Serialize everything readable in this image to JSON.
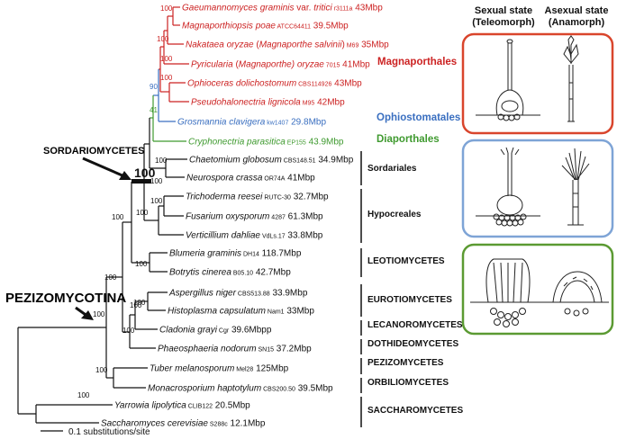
{
  "headers": {
    "sexual_line1": "Sexual state",
    "sexual_line2": "(Teleomorph)",
    "asexual_line1": "Asexual state",
    "asexual_line2": "(Anamorph)"
  },
  "clade_labels": {
    "sordariomycetes": "SORDARIOMYCETES",
    "pezizomycotina": "PEZIZOMYCOTINA",
    "sordario_support": "100"
  },
  "scale_bar_label": "0.1 substitutions/site",
  "colors": {
    "magnaporthales": "#cc2222",
    "ophiostomatales": "#3a6fc0",
    "diaporthales": "#3f9a2f",
    "black": "#111111",
    "box_red": "#d9452c",
    "box_blue": "#7ea4d6",
    "box_green": "#5b9a32"
  },
  "taxa": [
    {
      "name": "Gaeumannomyces graminis",
      "qual": " var. ",
      "name2": "tritici",
      "strain": "r3111a",
      "size": "43Mbp",
      "color": "magnaporthales"
    },
    {
      "name": "Magnaporthiopsis poae",
      "qual": "",
      "name2": "",
      "strain": "ATCC64411",
      "size": "39.5Mbp",
      "color": "magnaporthales"
    },
    {
      "name": "Nakataea oryzae",
      "qual": " (",
      "name2": "Magnaporthe salvinii",
      "close": ")",
      "strain": "M69",
      "size": "35Mbp",
      "color": "magnaporthales"
    },
    {
      "name": "Pyricularia",
      "qual": " (",
      "name2": "Magnaporthe",
      "close": ") oryzae",
      "strain": "7015",
      "size": "41Mbp",
      "color": "magnaporthales"
    },
    {
      "name": "Ophioceras dolichostomum",
      "qual": "",
      "name2": "",
      "strain": "CBS114926",
      "size": "43Mbp",
      "color": "magnaporthales"
    },
    {
      "name": "Pseudohalonectria lignicola",
      "qual": "",
      "name2": "",
      "strain": "M95",
      "size": "42Mbp",
      "color": "magnaporthales"
    },
    {
      "name": "Grosmannia clavigera",
      "qual": "",
      "name2": "",
      "strain": "kw1407",
      "size": "29.8Mbp",
      "color": "ophiostomatales"
    },
    {
      "name": "Cryphonectria parasitica",
      "qual": "",
      "name2": "",
      "strain": "EP155",
      "size": "43.9Mbp",
      "color": "diaporthales"
    },
    {
      "name": "Chaetomium globosum",
      "qual": "",
      "name2": "",
      "strain": "CBS148.51",
      "size": "34.9Mbp",
      "color": "black"
    },
    {
      "name": "Neurospora crassa",
      "qual": "",
      "name2": "",
      "strain": "OR74A",
      "size": "41Mbp",
      "color": "black"
    },
    {
      "name": "Trichoderma reesei",
      "qual": "",
      "name2": "",
      "strain": "RUTC-30",
      "size": "32.7Mbp",
      "color": "black"
    },
    {
      "name": "Fusarium oxysporum",
      "qual": "",
      "name2": "",
      "strain": "4287",
      "size": "61.3Mbp",
      "color": "black"
    },
    {
      "name": "Verticillium dahliae",
      "qual": "",
      "name2": "",
      "strain": "VdLs.17",
      "size": "33.8Mbp",
      "color": "black"
    },
    {
      "name": "Blumeria graminis",
      "qual": "",
      "name2": "",
      "strain": "DH14",
      "size": "118.7Mbp",
      "color": "black"
    },
    {
      "name": "Botrytis cinerea",
      "qual": "",
      "name2": "",
      "strain": "B05.10",
      "size": "42.7Mbp",
      "color": "black"
    },
    {
      "name": "Aspergillus niger",
      "qual": "",
      "name2": "",
      "strain": "CBS513.88",
      "size": "33.9Mbp",
      "color": "black"
    },
    {
      "name": "Histoplasma capsulatum",
      "qual": "",
      "name2": "",
      "strain": "Nam1",
      "size": "33Mbp",
      "color": "black"
    },
    {
      "name": "Cladonia grayi",
      "qual": "",
      "name2": "",
      "strain": "Cgr",
      "size": "39.6Mbpp",
      "color": "black"
    },
    {
      "name": "Phaeosphaeria nodorum",
      "qual": "",
      "name2": "",
      "strain": "SN15",
      "size": "37.2Mbp",
      "color": "black"
    },
    {
      "name": "Tuber melanosporum",
      "qual": "",
      "name2": "",
      "strain": "Mel28",
      "size": "125Mbp",
      "color": "black"
    },
    {
      "name": "Monacrosporium haptotylum",
      "qual": "",
      "name2": "",
      "strain": "CBS200.50",
      "size": "39.5Mbp",
      "color": "black"
    },
    {
      "name": "Yarrowia lipolytica",
      "qual": "",
      "name2": "",
      "strain": "CLIB122",
      "size": "20.5Mbp",
      "color": "black"
    },
    {
      "name": "Saccharomyces cerevisiae",
      "qual": "",
      "name2": "",
      "strain": "S288c",
      "size": "12.1Mbp",
      "color": "black"
    }
  ],
  "groups": [
    {
      "label": "Magnaporthales",
      "color": "magnaporthales",
      "kind": "colored"
    },
    {
      "label": "Ophiostomatales",
      "color": "ophiostomatales",
      "kind": "colored"
    },
    {
      "label": "Diaporthales",
      "color": "diaporthales",
      "kind": "colored"
    },
    {
      "label": "Sordariales",
      "color": "black",
      "kind": "bracket"
    },
    {
      "label": "Hypocreales",
      "color": "black",
      "kind": "bracket"
    },
    {
      "label": "LEOTIOMYCETES",
      "color": "black",
      "kind": "bracket"
    },
    {
      "label": "EUROTIOMYCETES",
      "color": "black",
      "kind": "bracket"
    },
    {
      "label": "LECANOROMYCETES",
      "color": "black",
      "kind": "bracket"
    },
    {
      "label": "DOTHIDEOMYCETES",
      "color": "black",
      "kind": "bracket"
    },
    {
      "label": "PEZIZOMYCETES",
      "color": "black",
      "kind": "bracket"
    },
    {
      "label": "ORBILIOMYCETES",
      "color": "black",
      "kind": "bracket"
    },
    {
      "label": "SACCHAROMYCETES",
      "color": "black",
      "kind": "bracket"
    }
  ],
  "support_values": [
    {
      "value": "100",
      "color": "magnaporthales"
    },
    {
      "value": "100",
      "color": "magnaporthales"
    },
    {
      "value": "100",
      "color": "magnaporthales"
    },
    {
      "value": "100",
      "color": "magnaporthales"
    },
    {
      "value": "90",
      "color": "ophiostomatales"
    },
    {
      "value": "41",
      "color": "diaporthales"
    },
    {
      "value": "100",
      "color": "black"
    },
    {
      "value": "100",
      "color": "black"
    },
    {
      "value": "100",
      "color": "black"
    },
    {
      "value": "100",
      "color": "black"
    },
    {
      "value": "100",
      "color": "black"
    },
    {
      "value": "100",
      "color": "black"
    },
    {
      "value": "100",
      "color": "black"
    },
    {
      "value": "100",
      "color": "black"
    },
    {
      "value": "100",
      "color": "black"
    },
    {
      "value": "100",
      "color": "black"
    },
    {
      "value": "100",
      "color": "black"
    },
    {
      "value": "100",
      "color": "black"
    },
    {
      "value": "100",
      "color": "black"
    }
  ]
}
